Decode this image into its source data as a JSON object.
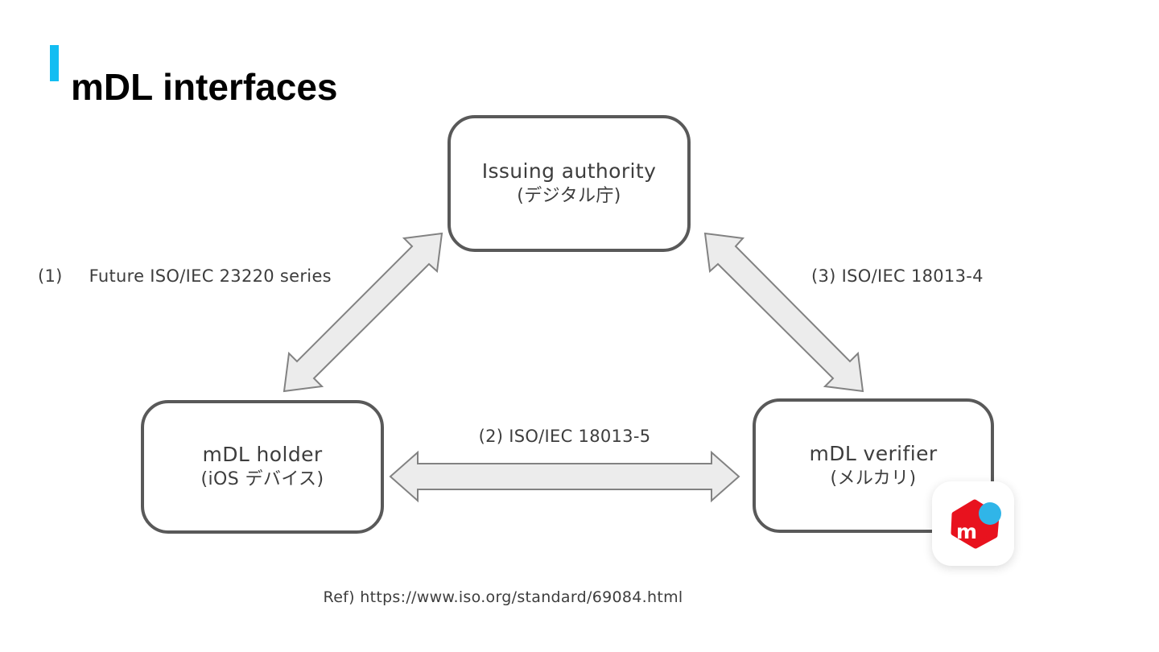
{
  "slide": {
    "title": "mDL interfaces",
    "footer_ref": "Ref) https://www.iso.org/standard/69084.html"
  },
  "nodes": {
    "issuing_authority": {
      "name": "Issuing authority",
      "subtitle": "(デジタル庁)"
    },
    "holder": {
      "name": "mDL holder",
      "subtitle": "(iOS デバイス)"
    },
    "verifier": {
      "name": "mDL verifier",
      "subtitle": "(メルカリ)"
    }
  },
  "edges": {
    "holder_authority": {
      "number": "(1)",
      "label": "Future ISO/IEC 23220 series",
      "from": "mDL holder",
      "to": "Issuing authority"
    },
    "holder_verifier": {
      "label": "(2) ISO/IEC 18013-5",
      "from": "mDL holder",
      "to": "mDL verifier"
    },
    "verifier_authority": {
      "label": "(3) ISO/IEC 18013-4",
      "from": "mDL verifier",
      "to": "Issuing authority"
    }
  },
  "logo": {
    "letter": "m"
  },
  "colors": {
    "accent": "#12bdf2",
    "box_border": "#595959",
    "arrow_fill": "#ececec",
    "arrow_stroke": "#828282",
    "text": "#3d3d3d",
    "logo_red": "#e8121e",
    "logo_blue": "#30b5e8"
  }
}
